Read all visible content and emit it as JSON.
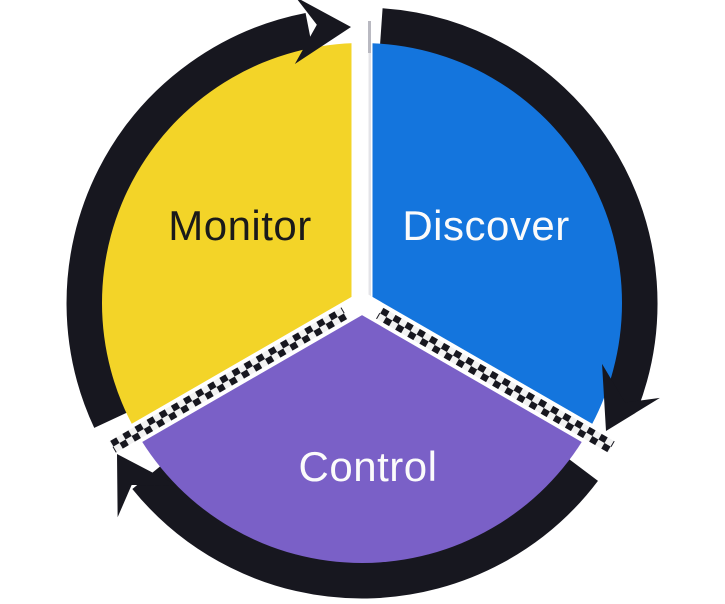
{
  "diagram": {
    "type": "cycle",
    "direction": "clockwise",
    "segments": [
      {
        "label": "Monitor",
        "position": "top-left",
        "color": "#F3D428",
        "text_color": "#1A1A1A"
      },
      {
        "label": "Discover",
        "position": "top-right",
        "color": "#1475DD",
        "text_color": "#FBFBFB"
      },
      {
        "label": "Control",
        "position": "bottom",
        "color": "#7A60C7",
        "text_color": "#FBFBFB"
      }
    ],
    "arrow_color": "#17171F",
    "divider": {
      "checker_dark": "#17171F",
      "checker_light": "#F2F2F2",
      "gap_color": "#FFFFFF"
    },
    "background": "#FFFFFF"
  }
}
